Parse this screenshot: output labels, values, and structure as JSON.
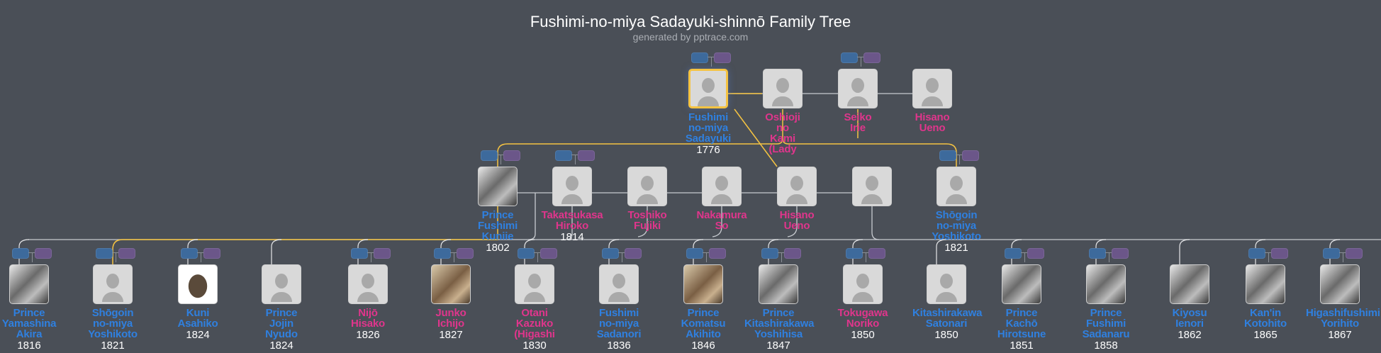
{
  "title": "Fushimi-no-miya Sadayuki-shinnō Family Tree",
  "subtitle": "generated by pptrace.com",
  "colors": {
    "background": "#4a4f57",
    "male": "#2f80e0",
    "female": "#e0358c",
    "highlight": "#f5c342",
    "father_badge": "#3d6a9c",
    "mother_badge": "#6b5689"
  },
  "generations": [
    [
      {
        "name": "Fushimi no-miya Sadayuki",
        "year": "1776",
        "sex": "m",
        "photo": "none",
        "selected": true,
        "badges": true
      },
      {
        "name": "Oshioji no Kami (Lady",
        "year": "",
        "sex": "f",
        "photo": "none",
        "badges": false
      },
      {
        "name": "Seiko Irie",
        "year": "",
        "sex": "f",
        "photo": "none",
        "badges": true
      },
      {
        "name": "Hisano Ueno",
        "year": "",
        "sex": "f",
        "photo": "none",
        "badges": false
      }
    ],
    [
      {
        "name": "Prince Fushimi Kuniie",
        "year": "1802",
        "sex": "m",
        "photo": "bw",
        "badges": true
      },
      {
        "name": "Takatsukasa Hiroko",
        "year": "1814",
        "sex": "f",
        "photo": "none",
        "badges": true
      },
      {
        "name": "Toshiko Fujiki",
        "year": "",
        "sex": "f",
        "photo": "none",
        "badges": false
      },
      {
        "name": "Nakamura So",
        "year": "",
        "sex": "f",
        "photo": "none",
        "badges": false
      },
      {
        "name": "Hisano Ueno",
        "year": "",
        "sex": "f",
        "photo": "none",
        "badges": false
      },
      {
        "name": "",
        "year": "",
        "sex": "f",
        "photo": "none",
        "badges": false
      },
      {
        "name": "Shōgoin no-miya Yoshikoto",
        "year": "1821",
        "sex": "m",
        "photo": "none",
        "badges": true
      }
    ],
    [
      {
        "name": "Prince Yamashina Akira",
        "year": "1816",
        "sex": "m",
        "photo": "bw",
        "badges": true
      },
      {
        "name": "Shōgoin no-miya Yoshikoto",
        "year": "1821",
        "sex": "m",
        "photo": "none",
        "badges": true
      },
      {
        "name": "Kuni Asahiko",
        "year": "1824",
        "sex": "m",
        "photo": "oval",
        "badges": true
      },
      {
        "name": "Prince Jojin Nyudo",
        "year": "1824",
        "sex": "m",
        "photo": "none",
        "badges": false
      },
      {
        "name": "Nijō Hisako",
        "year": "1826",
        "sex": "f",
        "photo": "none",
        "badges": true
      },
      {
        "name": "Junko Ichijo",
        "year": "1827",
        "sex": "f",
        "photo": "sepia",
        "badges": true
      },
      {
        "name": "Otani Kazuko (Higashi",
        "year": "1830",
        "sex": "f",
        "photo": "none",
        "badges": true
      },
      {
        "name": "Fushimi no-miya Sadanori",
        "year": "1836",
        "sex": "m",
        "photo": "none",
        "badges": true
      },
      {
        "name": "Prince Komatsu Akihito",
        "year": "1846",
        "sex": "m",
        "photo": "sepia",
        "badges": true
      },
      {
        "name": "Prince Kitashirakawa Yoshihisa",
        "year": "1847",
        "sex": "m",
        "photo": "bw",
        "badges": true
      },
      {
        "name": "Tokugawa Noriko",
        "year": "1850",
        "sex": "f",
        "photo": "none",
        "badges": true
      },
      {
        "name": "Kitashirakawa Satonari",
        "year": "1850",
        "sex": "m",
        "photo": "none",
        "badges": false
      },
      {
        "name": "Prince Kachō Hirotsune",
        "year": "1851",
        "sex": "m",
        "photo": "bw",
        "badges": true
      },
      {
        "name": "Prince Fushimi Sadanaru",
        "year": "1858",
        "sex": "m",
        "photo": "bw",
        "badges": true
      },
      {
        "name": "Kiyosu Ienori",
        "year": "1862",
        "sex": "m",
        "photo": "bw",
        "badges": false
      },
      {
        "name": "Kan'in Kotohito",
        "year": "1865",
        "sex": "m",
        "photo": "bw",
        "badges": true
      },
      {
        "name": "Higashifushimi Yorihito",
        "year": "1867",
        "sex": "m",
        "photo": "bw",
        "badges": true
      }
    ]
  ]
}
